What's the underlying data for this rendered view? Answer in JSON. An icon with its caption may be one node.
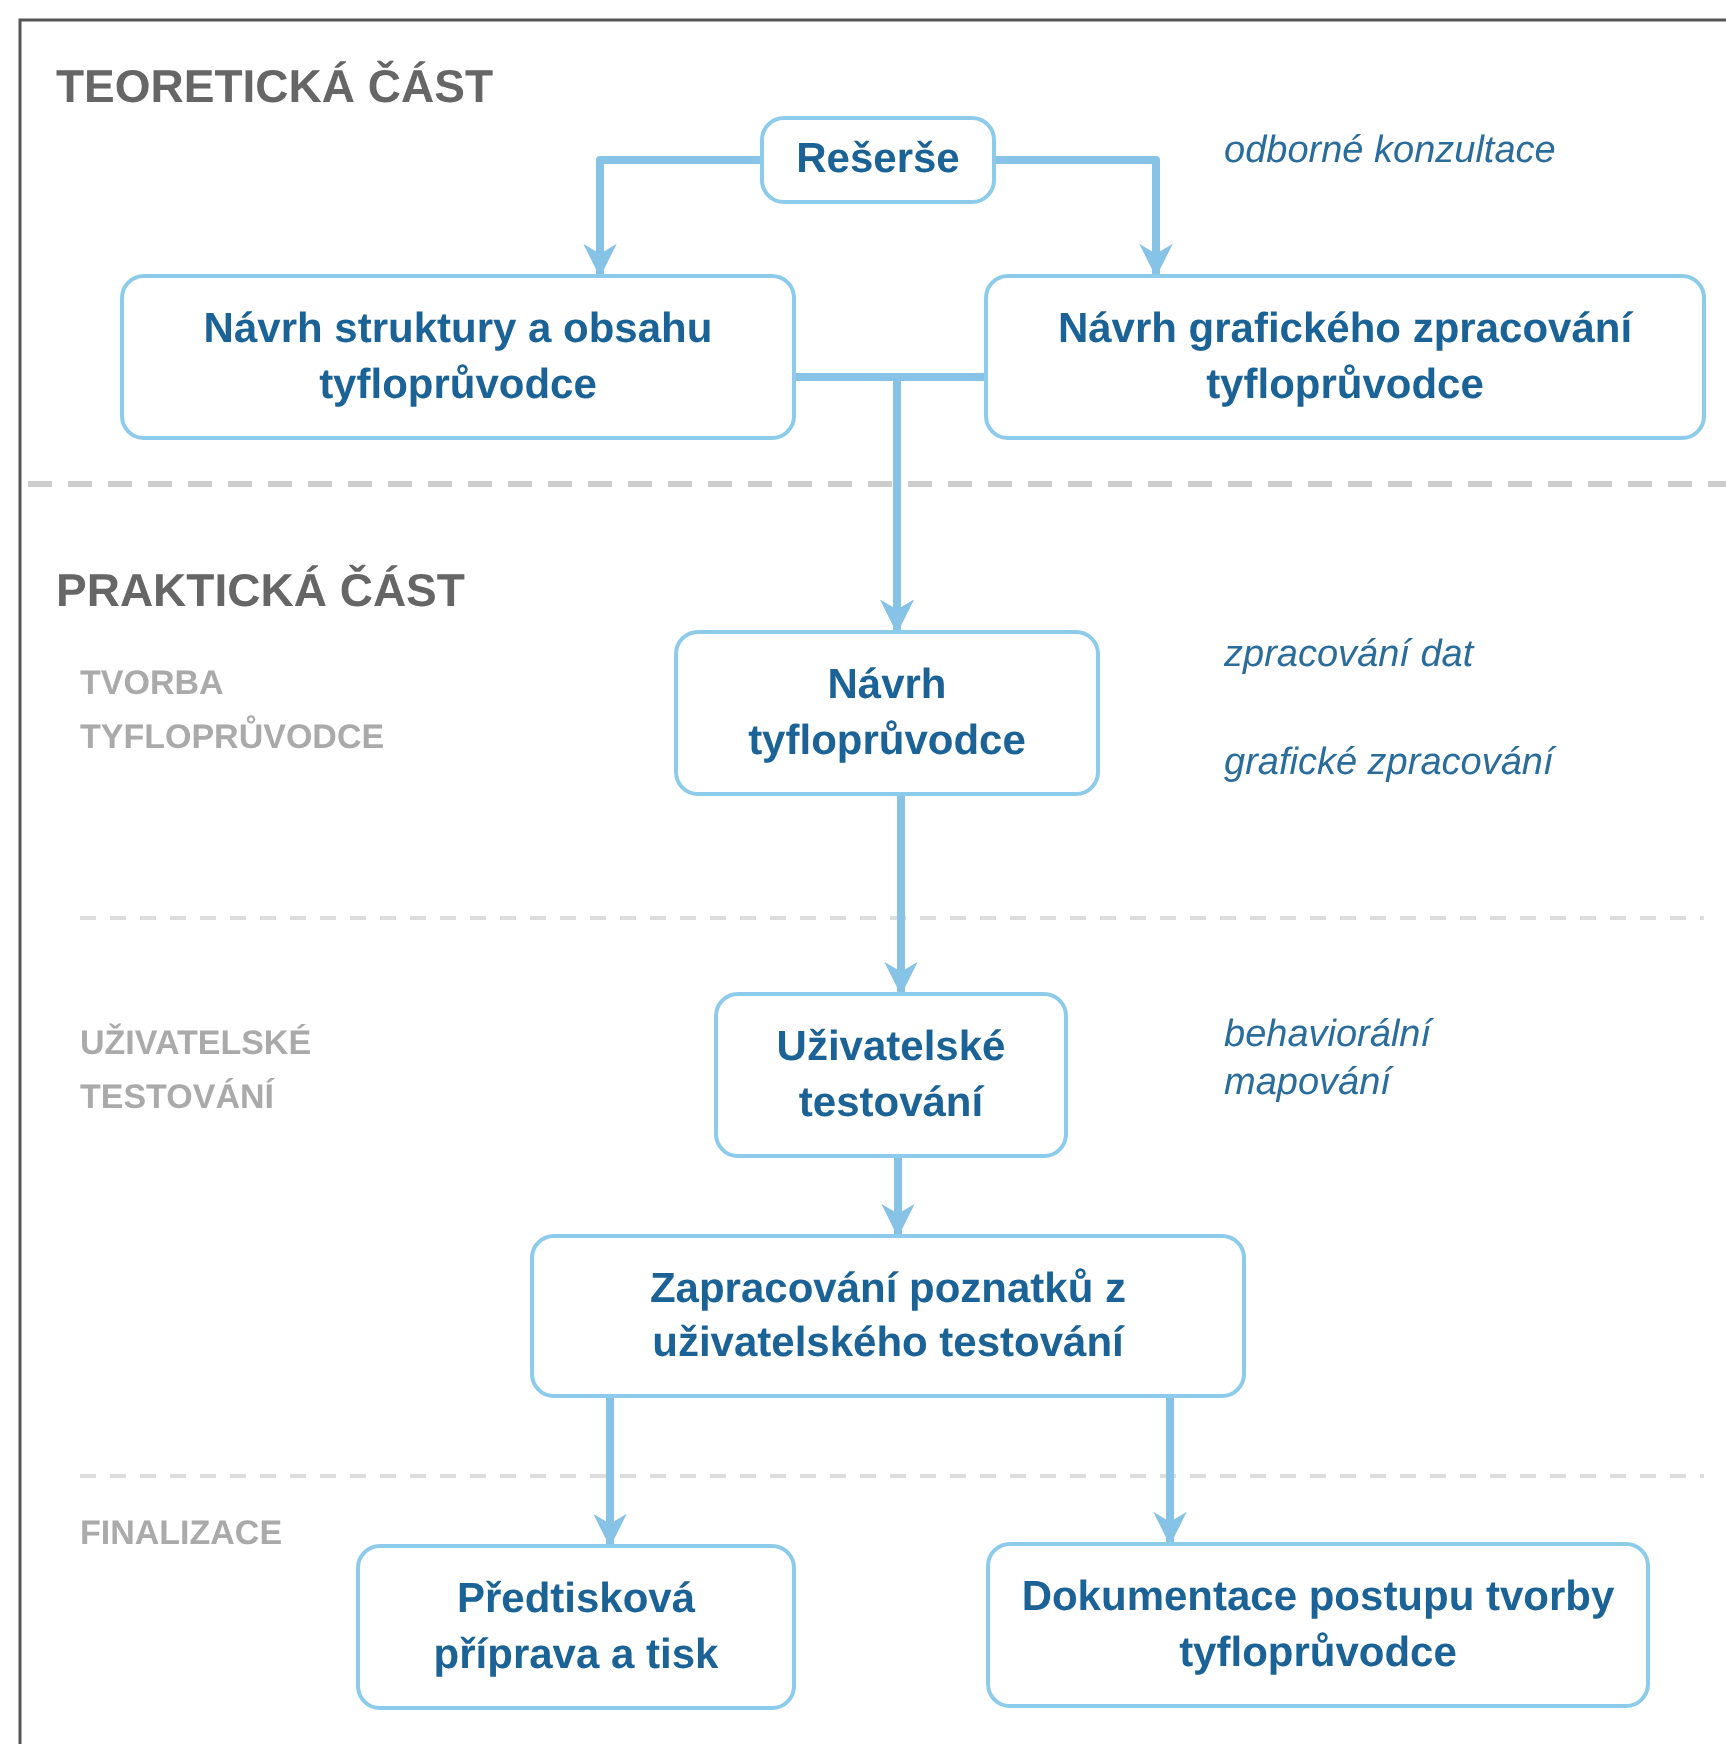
{
  "diagram": {
    "nodes": [
      {
        "text": [
          "Rešerše"
        ]
      },
      {
        "text": [
          "Návrh struktury a obsahu tyfloprůvodce"
        ]
      },
      {
        "text": [
          "Návrh grafického zpracování tyfloprůvodce"
        ]
      },
      {
        "text": [
          "Návrh tyfloprůvodce"
        ]
      },
      {
        "text": [
          "Uživatelské testování"
        ]
      },
      {
        "text": [
          "Zapracování poznatků z uživatelského testování"
        ]
      },
      {
        "text": [
          "Předtisková příprava a tisk"
        ]
      },
      {
        "text": [
          "Dokumentace postupu tvorby tyfloprůvodce"
        ]
      }
    ],
    "edges": [
      {
        "from": 0,
        "to": 1,
        "arrow": "to"
      },
      {
        "from": 0,
        "to": 2,
        "arrow": "to"
      },
      {
        "from": 1,
        "to": 3,
        "arrow": "to"
      },
      {
        "from": 2,
        "to": 3,
        "arrow": "to"
      },
      {
        "from": 3,
        "to": 4,
        "arrow": "to"
      },
      {
        "from": 4,
        "to": 5,
        "arrow": "to"
      },
      {
        "from": 5,
        "to": 6,
        "arrow": "to"
      },
      {
        "from": 5,
        "to": 7,
        "arrow": "to"
      }
    ],
    "labels": [
      "TEORETICKÁ ČÁST",
      "odborné konzultace",
      "PRAKTICKÁ ČÁST",
      "TVORBA TYFLOPRŮVODCE",
      "zpracování dat",
      "grafické zpracování",
      "UŽIVATELSKÉ TESTOVÁNÍ",
      "behaviorální mapování",
      "FINALIZACE"
    ]
  }
}
